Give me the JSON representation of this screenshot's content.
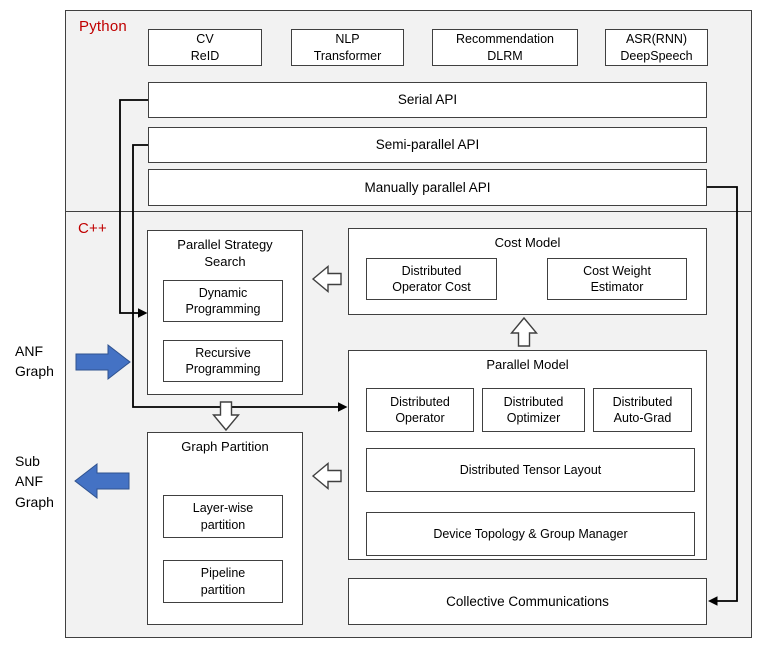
{
  "colors": {
    "section_label_red": "#C00000",
    "block_arrow_blue": "#4472C4",
    "block_arrow_blue_border": "#2F528F",
    "box_border": "#404040",
    "section_background": "#f2f2f2"
  },
  "python_section": {
    "label": "Python",
    "apps": [
      "CV\nReID",
      "NLP\nTransformer",
      "Recommendation\nDLRM",
      "ASR(RNN)\nDeepSpeech"
    ],
    "apis": [
      "Serial API",
      "Semi-parallel API",
      "Manually parallel API"
    ]
  },
  "cpp_section": {
    "label": "C++",
    "parallel_strategy_search": {
      "title": "Parallel Strategy Search",
      "items": [
        "Dynamic\nProgramming",
        "Recursive\nProgramming"
      ]
    },
    "cost_model": {
      "title": "Cost Model",
      "items": [
        "Distributed\nOperator Cost",
        "Cost Weight\nEstimator"
      ]
    },
    "parallel_model": {
      "title": "Parallel Model",
      "top_items": [
        "Distributed\nOperator",
        "Distributed\nOptimizer",
        "Distributed\nAuto-Grad"
      ],
      "wide_items": [
        "Distributed Tensor Layout",
        "Device Topology & Group Manager"
      ]
    },
    "graph_partition": {
      "title": "Graph Partition",
      "items": [
        "Layer-wise\npartition",
        "Pipeline\npartition"
      ]
    },
    "collective_communications": "Collective Communications"
  },
  "side_labels": {
    "anf_graph": "ANF\nGraph",
    "sub_anf_graph": "Sub\nANF\nGraph"
  }
}
